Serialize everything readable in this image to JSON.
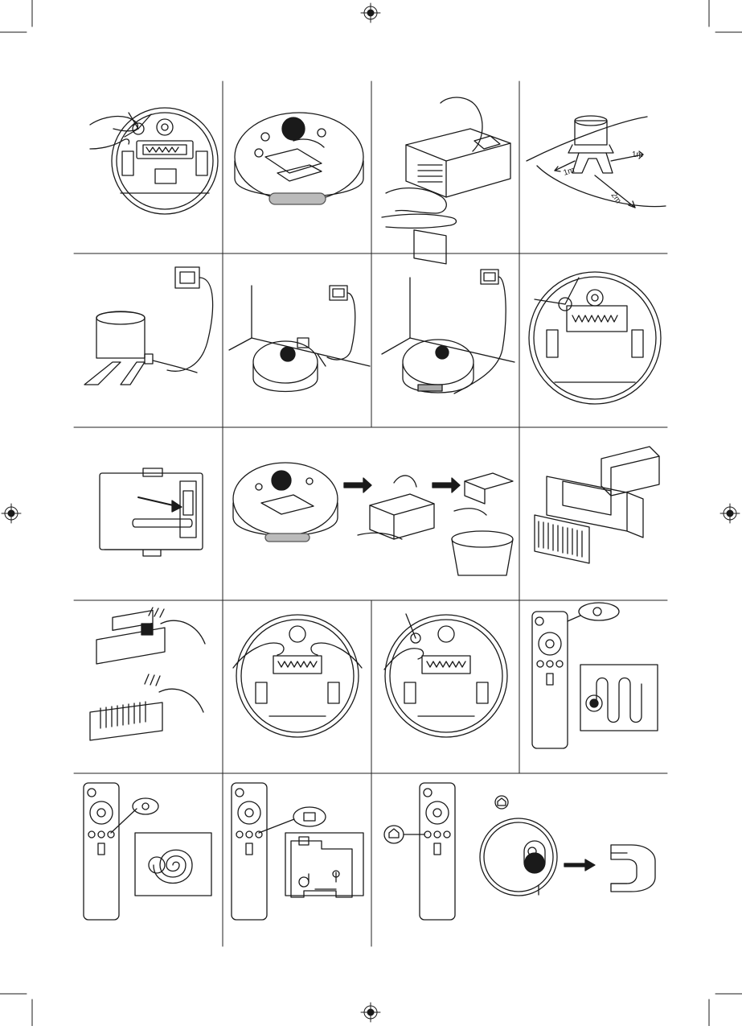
{
  "labels": {
    "dist_left": "1m",
    "dist_right": "1m",
    "dist_front": "2m"
  },
  "colors": {
    "line": "#1a1a1a",
    "background": "#ffffff",
    "grid": "#222222"
  },
  "icons": {
    "registration_mark": "crosshair-registration-icon",
    "home_button": "home-icon",
    "spot_button": "spiral-icon",
    "edge_button": "square-outline-icon",
    "auto_button": "zigzag-icon",
    "power_button": "power-icon"
  }
}
